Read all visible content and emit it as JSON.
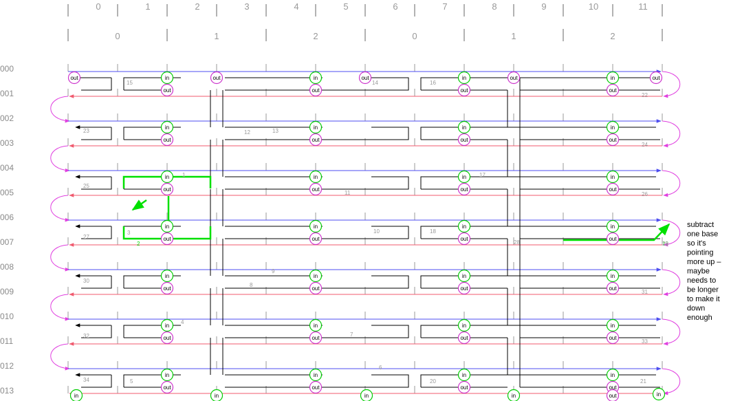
{
  "helix_ticks": [
    "0",
    "1",
    "2",
    "3",
    "4",
    "5",
    "6",
    "7",
    "8",
    "9",
    "10",
    "11"
  ],
  "group_ticks": [
    "0",
    "1",
    "2",
    "0",
    "1",
    "2"
  ],
  "row_labels": [
    "000",
    "001",
    "002",
    "003",
    "004",
    "005",
    "006",
    "007",
    "008",
    "009",
    "010",
    "011",
    "012",
    "013"
  ],
  "colors": {
    "forward_strand": "#4d4df0",
    "reverse_strand": "#f05a6e",
    "loop": "#e040e0",
    "staple": "#000000",
    "highlight": "#00e000",
    "in_port": "#00cc00",
    "out_port": "#cc33cc",
    "grid": "#bbbbbb"
  },
  "staple_labels": [
    {
      "id": "1",
      "text": "1"
    },
    {
      "id": "2",
      "text": "2"
    },
    {
      "id": "3",
      "text": "3"
    },
    {
      "id": "4",
      "text": "4"
    },
    {
      "id": "5",
      "text": "5"
    },
    {
      "id": "6",
      "text": "6"
    },
    {
      "id": "7",
      "text": "7"
    },
    {
      "id": "8",
      "text": "8"
    },
    {
      "id": "9",
      "text": "9"
    },
    {
      "id": "10",
      "text": "10"
    },
    {
      "id": "11",
      "text": "11"
    },
    {
      "id": "12",
      "text": "12"
    },
    {
      "id": "13",
      "text": "13"
    },
    {
      "id": "14",
      "text": "14"
    },
    {
      "id": "15",
      "text": "15"
    },
    {
      "id": "16",
      "text": "16"
    },
    {
      "id": "17",
      "text": "17"
    },
    {
      "id": "18",
      "text": "18"
    },
    {
      "id": "19",
      "text": "19"
    },
    {
      "id": "20",
      "text": "20"
    },
    {
      "id": "21",
      "text": "21"
    },
    {
      "id": "22",
      "text": "22"
    },
    {
      "id": "23",
      "text": "23"
    },
    {
      "id": "24",
      "text": "24"
    },
    {
      "id": "25",
      "text": "25"
    },
    {
      "id": "26",
      "text": "26"
    },
    {
      "id": "27",
      "text": "27"
    },
    {
      "id": "28",
      "text": "28"
    },
    {
      "id": "29",
      "text": "29"
    },
    {
      "id": "30",
      "text": "30"
    },
    {
      "id": "31",
      "text": "31"
    },
    {
      "id": "32",
      "text": "32"
    },
    {
      "id": "33",
      "text": "33"
    },
    {
      "id": "34",
      "text": "34"
    }
  ],
  "port_in_label": "in",
  "port_out_label": "out",
  "annotation_lines": [
    "subtract",
    "one base",
    "so it's",
    "pointing",
    "more up –",
    "maybe",
    "needs to",
    "be longer",
    "to make it",
    "down",
    "enough"
  ]
}
